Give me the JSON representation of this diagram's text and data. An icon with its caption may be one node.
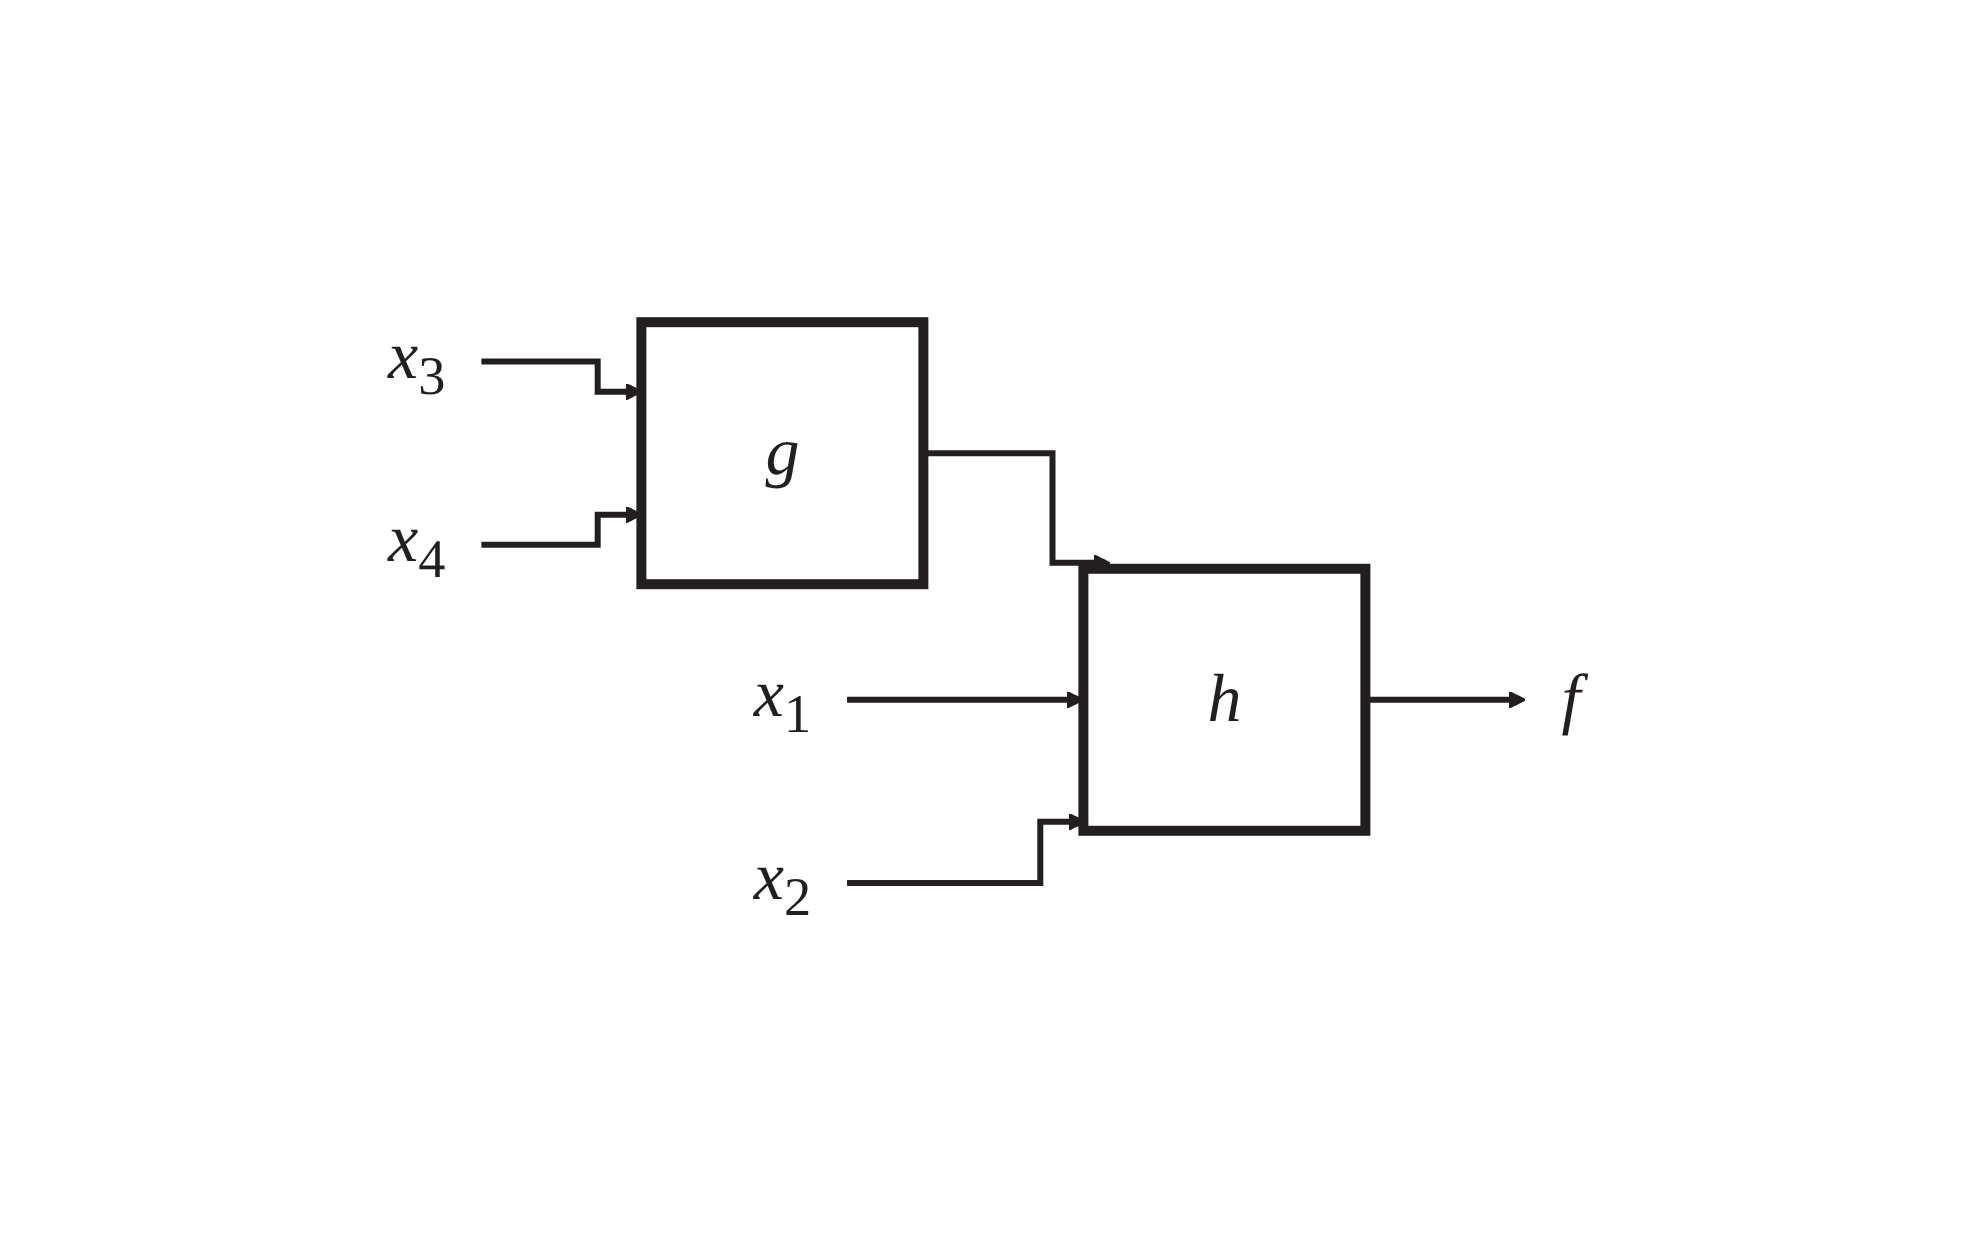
{
  "diagram": {
    "nodes": [
      {
        "text": [
          "x$_{3}$"
        ]
      },
      {
        "text": [
          "x$_{4}$"
        ]
      },
      {
        "text": [
          "g"
        ]
      },
      {
        "text": [
          "x$_{1}$"
        ]
      },
      {
        "text": [
          "x$_{2}$"
        ]
      },
      {
        "text": [
          "h"
        ]
      },
      {
        "text": [
          "f"
        ]
      }
    ],
    "edges": [
      {
        "from": 0,
        "to": 2,
        "arrow": "to"
      },
      {
        "from": 1,
        "to": 2,
        "arrow": "to"
      },
      {
        "from": 2,
        "to": 5,
        "arrow": "to"
      },
      {
        "from": 3,
        "to": 5,
        "arrow": "to"
      },
      {
        "from": 4,
        "to": 5,
        "arrow": "to"
      },
      {
        "from": 5,
        "to": 6,
        "arrow": "to"
      }
    ]
  }
}
